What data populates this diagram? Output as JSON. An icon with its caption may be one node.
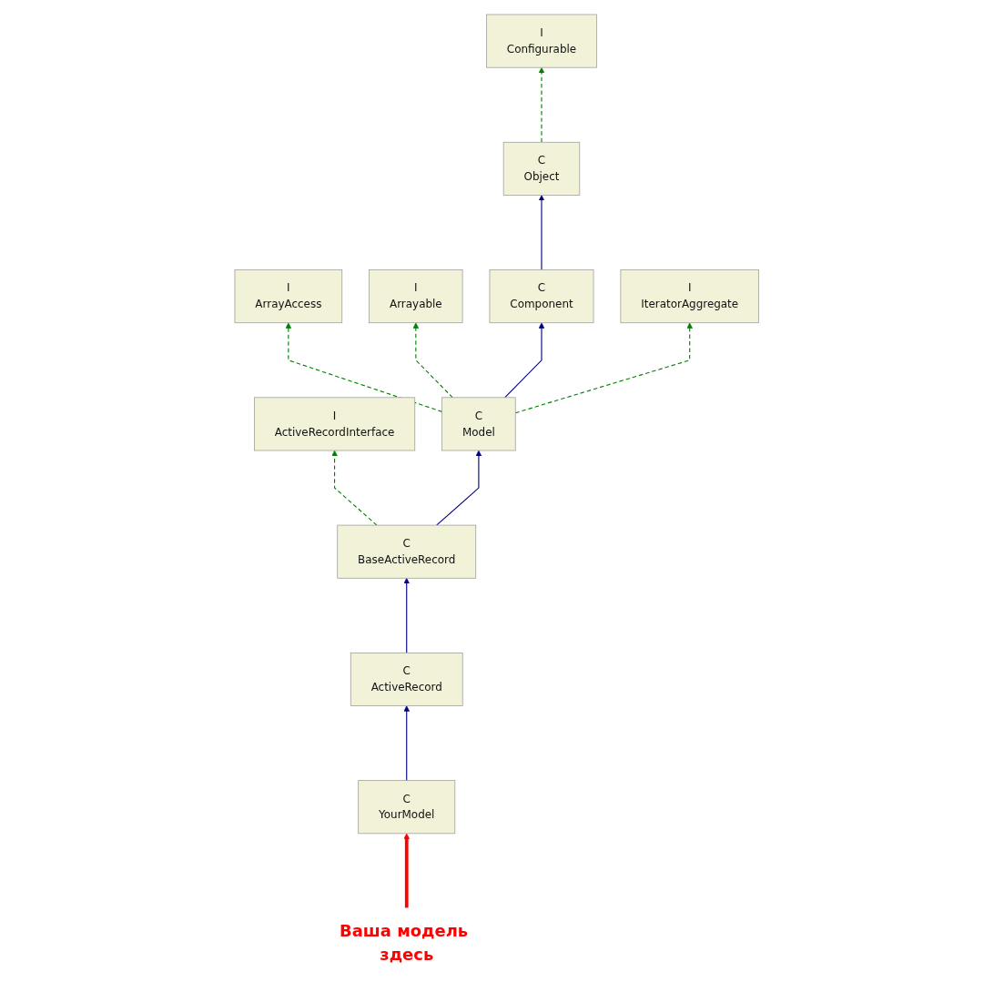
{
  "diagram": {
    "nodes": [
      {
        "text": [
          "I",
          "Configurable"
        ]
      },
      {
        "text": [
          "C",
          "Object"
        ]
      },
      {
        "text": [
          "I",
          "ArrayAccess"
        ]
      },
      {
        "text": [
          "I",
          "Arrayable"
        ]
      },
      {
        "text": [
          "C",
          "Component"
        ]
      },
      {
        "text": [
          "I",
          "IteratorAggregate"
        ]
      },
      {
        "text": [
          "I",
          "ActiveRecordInterface"
        ]
      },
      {
        "text": [
          "C",
          "Model"
        ]
      },
      {
        "text": [
          "C",
          "BaseActiveRecord"
        ]
      },
      {
        "text": [
          "C",
          "ActiveRecord"
        ]
      },
      {
        "text": [
          "Ваша модель здесь"
        ]
      },
      {
        "text": [
          "C",
          "YourModel"
        ]
      }
    ],
    "edges": [
      {
        "from": 1,
        "to": 0,
        "arrow": "to",
        "style": "dashed",
        "color": "#008000"
      },
      {
        "from": 4,
        "to": 1,
        "arrow": "to",
        "color": "#000080"
      },
      {
        "from": 7,
        "to": 2,
        "arrow": "to",
        "style": "dashed",
        "color": "#008000"
      },
      {
        "from": 7,
        "to": 3,
        "arrow": "to",
        "style": "dashed",
        "color": "#008000"
      },
      {
        "from": 7,
        "to": 4,
        "arrow": "to",
        "color": "#000080"
      },
      {
        "from": 7,
        "to": 5,
        "arrow": "to",
        "style": "dashed",
        "color": "#008000"
      },
      {
        "from": 8,
        "to": 6,
        "arrow": "to",
        "style": "dashed",
        "color": "#008000"
      },
      {
        "from": 8,
        "to": 7,
        "arrow": "to",
        "color": "#000080"
      },
      {
        "from": 9,
        "to": 8,
        "arrow": "to",
        "color": "#000080"
      },
      {
        "from": 11,
        "to": 9,
        "arrow": "to",
        "color": "#000080"
      },
      {
        "from": 10,
        "to": 11,
        "arrow": "to",
        "style": "thick",
        "color": "#ff0000"
      }
    ]
  }
}
